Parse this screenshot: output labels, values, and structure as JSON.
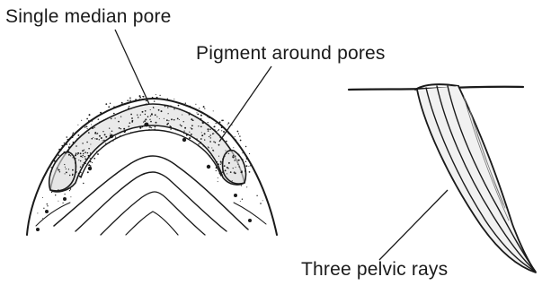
{
  "labels": {
    "single_median_pore": "Single median pore",
    "pigment_around_pores": "Pigment around pores",
    "three_pelvic_rays": "Three pelvic rays"
  },
  "colors": {
    "ink": "#1a1a1a",
    "pigment_fill": "#d8d8d8",
    "background": "#ffffff"
  }
}
